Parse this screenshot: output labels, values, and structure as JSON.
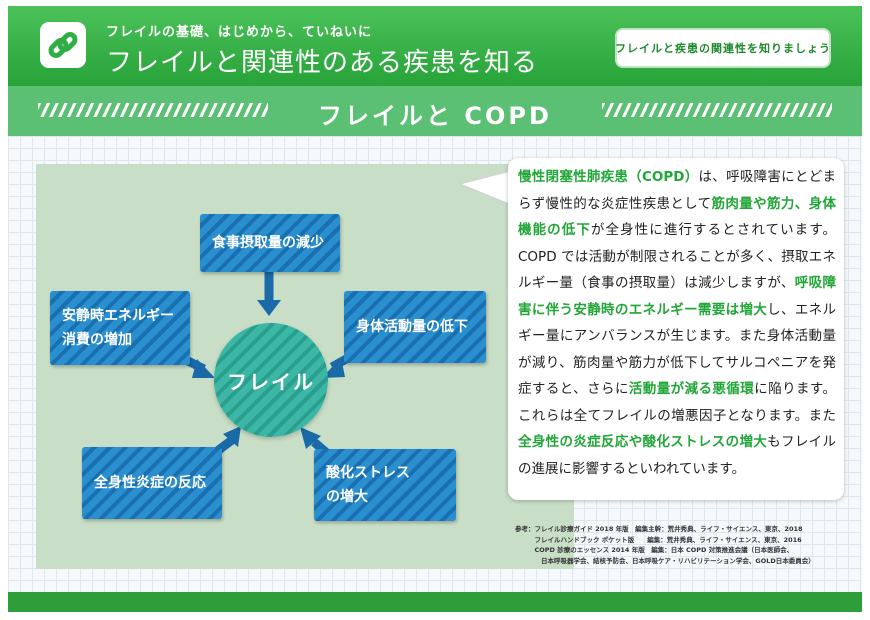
{
  "header": {
    "tagline": "フレイルの基礎、はじめから、ていねいに",
    "title": "フレイルと関連性のある疾患を知る",
    "button_label": "フレイルと疾患の関連性を知りましょう",
    "logo_icon": "chain-link-icon"
  },
  "section": {
    "title": "フレイルと COPD"
  },
  "diagram": {
    "center": "フレイル",
    "factors": [
      {
        "line1": "食事摂取量の減少",
        "line2": ""
      },
      {
        "line1": "安静時エネルギー",
        "line2": "消費の増加"
      },
      {
        "line1": "身体活動量の低下",
        "line2": ""
      },
      {
        "line1": "全身性炎症の反応",
        "line2": ""
      },
      {
        "line1": "酸化ストレス",
        "line2": "の増大"
      }
    ]
  },
  "description": {
    "segments": [
      {
        "text": "慢性閉塞性肺疾患（COPD）",
        "highlight": true
      },
      {
        "text": "は、呼吸障害にとどまらず慢性的な炎症性疾患として",
        "highlight": false
      },
      {
        "text": "筋肉量や筋力、身体機能の低下",
        "highlight": true
      },
      {
        "text": "が全身性に進行するとされています。COPD では活動が制限されることが多く、摂取エネルギー量（食事の摂取量）は減少しますが、",
        "highlight": false
      },
      {
        "text": "呼吸障害に伴う安静時のエネルギー需要は増大",
        "highlight": true
      },
      {
        "text": "し、エネルギー量にアンバランスが生じます。また身体活動量が減り、筋肉量や筋力が低下してサルコペニアを発症すると、さらに",
        "highlight": false
      },
      {
        "text": "活動量が減る悪循環",
        "highlight": true
      },
      {
        "text": "に陥ります。これらは全てフレイルの増悪因子となります。また",
        "highlight": false
      },
      {
        "text": "全身性の炎症反応や酸化ストレスの増大",
        "highlight": true
      },
      {
        "text": "もフレイルの進展に影響するといわれています。",
        "highlight": false
      }
    ]
  },
  "references": {
    "lines": [
      "参考：フレイル診療ガイド 2018 年版　編集主幹：荒井秀典、ライフ・サイエンス、東京、2018",
      "　　　フレイルハンドブック ポケット版　　編集：荒井秀典、ライフ・サイエンス、東京、2016",
      "　　　COPD 診療のエッセンス 2014 年版　編集：日本 COPD 対策推進会議（日本医師会、",
      "　　　　日本呼吸器学会、結核予防会、日本呼吸ケア・リハビリテーション学会、GOLD日本委員会）"
    ]
  },
  "colors": {
    "header_green": "#27a338",
    "band_green": "#5bbf74",
    "highlight_green": "#22a638",
    "factor_blue": "#1a6fb0",
    "circle_teal": "#2a9f8e",
    "diagram_bg": "#c8dec6"
  }
}
